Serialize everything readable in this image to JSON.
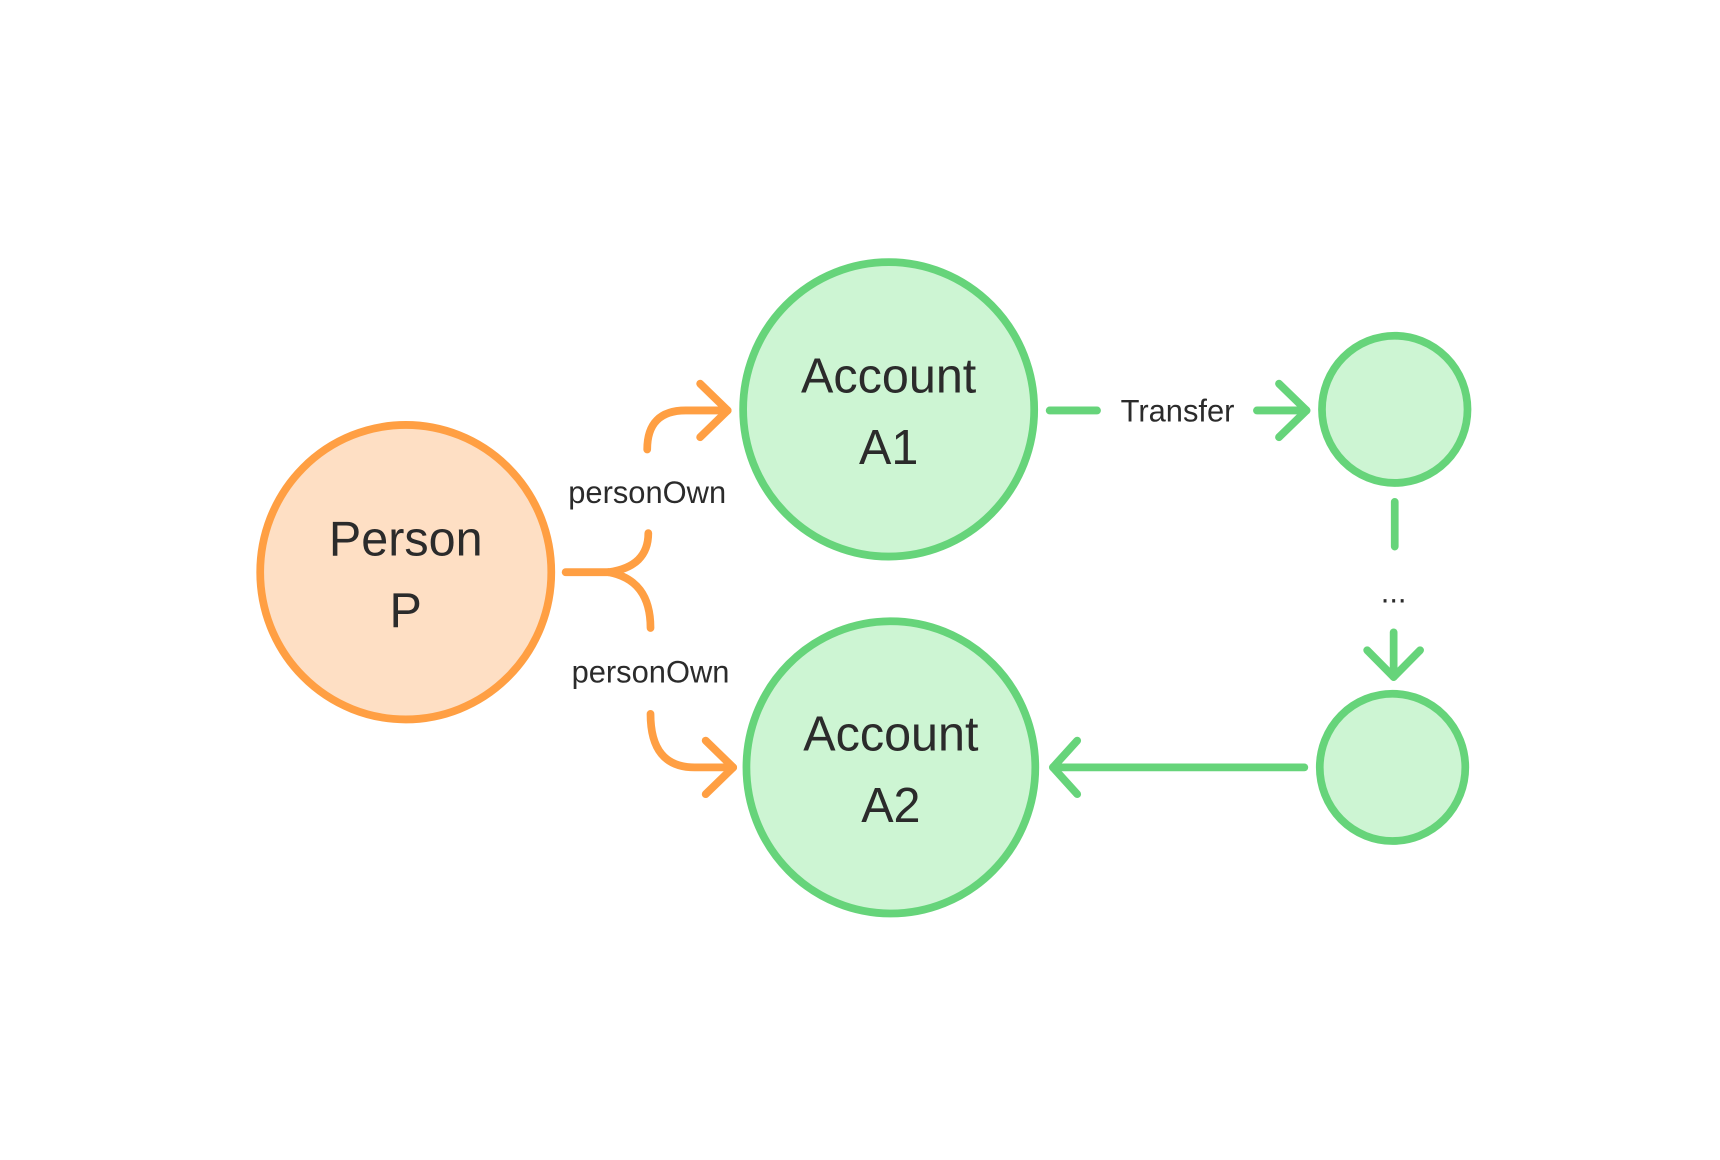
{
  "nodes": {
    "person": {
      "line1": "Person",
      "line2": "P"
    },
    "a1": {
      "line1": "Account",
      "line2": "A1"
    },
    "a2": {
      "line1": "Account",
      "line2": "A2"
    }
  },
  "edges": {
    "own1": "personOwn",
    "own2": "personOwn",
    "transfer": "Transfer",
    "ellipsis": "..."
  },
  "colors": {
    "orange": "#FF9F43",
    "orange_fill": "#FEDFC4",
    "green": "#66D47A",
    "green_fill": "#CDF5D3"
  }
}
